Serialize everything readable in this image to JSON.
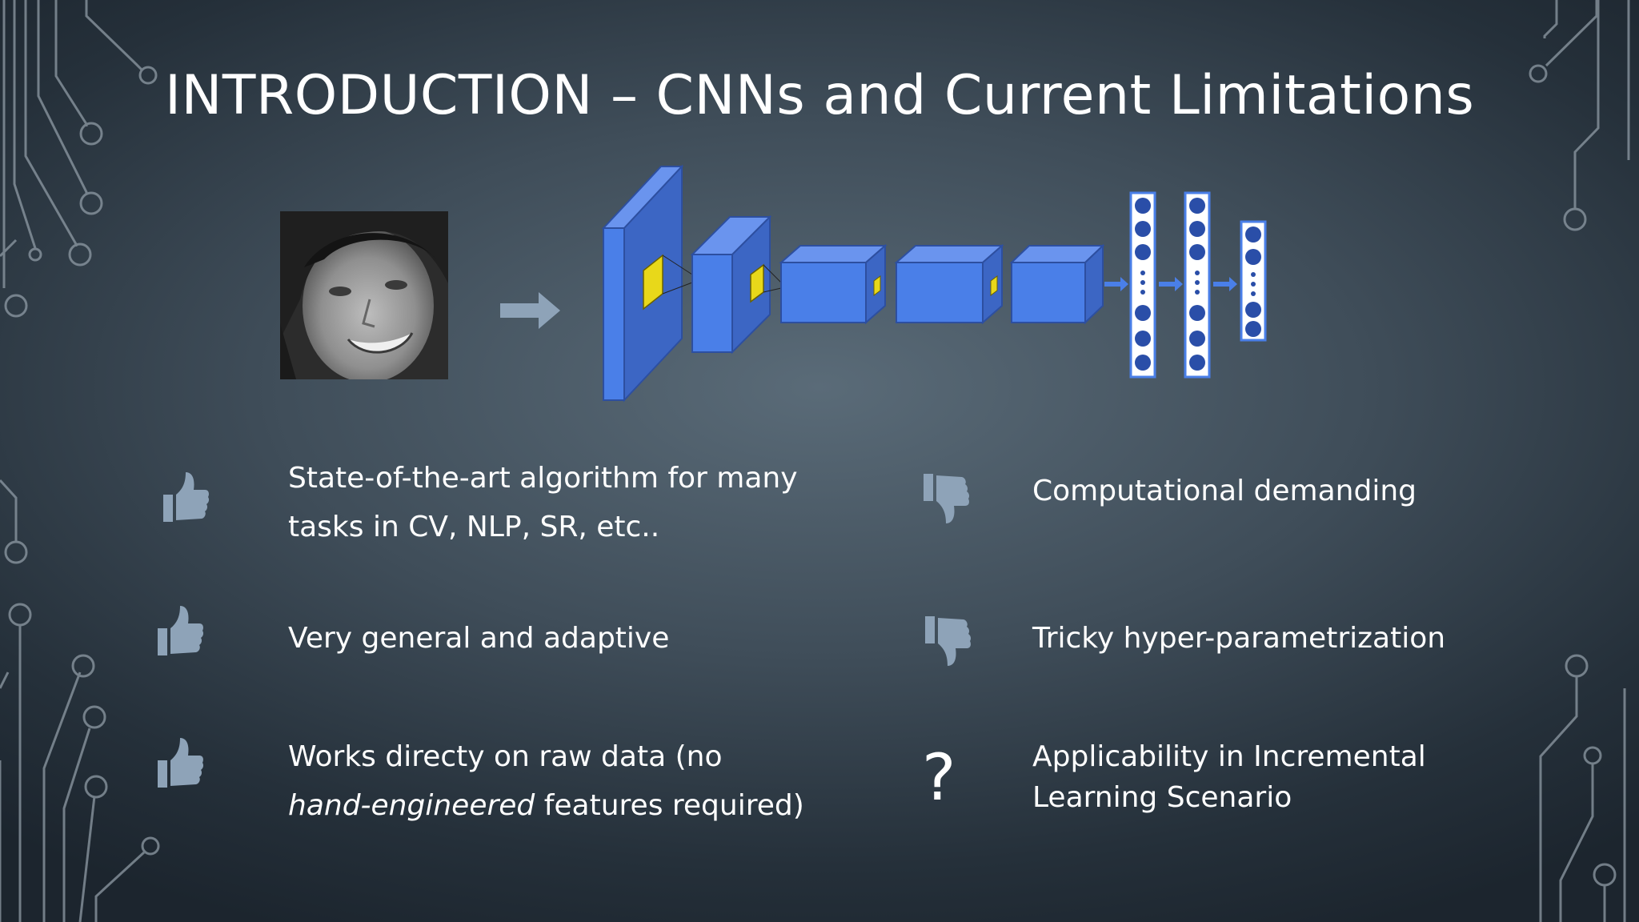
{
  "slide": {
    "title": "INTRODUCTION – CNNs and Current Limitations"
  },
  "icons": {
    "pro": "thumbs-up-icon",
    "con": "thumbs-down-icon",
    "unknown": "question-mark"
  },
  "colors": {
    "accent_blue": "#4a7fe8",
    "filter_yellow": "#e8d81a",
    "icon_gray": "#8ea3b8"
  },
  "pros": [
    {
      "line1": "State-of-the-art algorithm for many",
      "line2": "tasks in CV, NLP, SR, etc.."
    },
    {
      "line1": "Very general and adaptive"
    },
    {
      "line1": "Works directy on raw data (no",
      "line2_em": "hand-engineered",
      "line2_rest": " features required)"
    }
  ],
  "cons": [
    {
      "line1": "Computational demanding"
    },
    {
      "line1": "Tricky hyper-parametrization"
    },
    {
      "line1": "Applicability in Incremental",
      "line2": "Learning Scenario",
      "symbol": "?"
    }
  ]
}
